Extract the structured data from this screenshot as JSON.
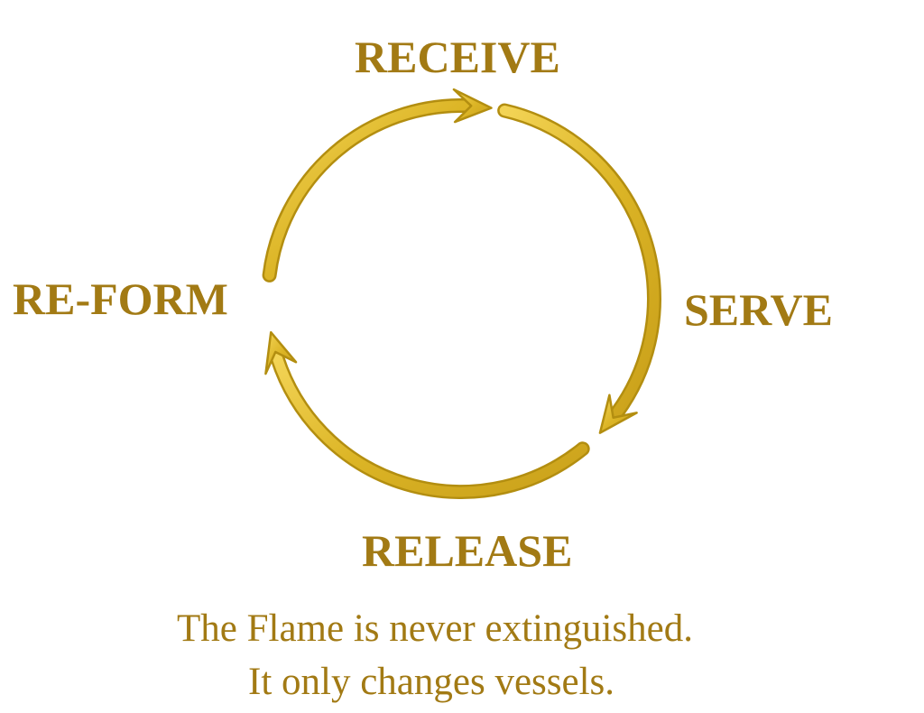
{
  "labels": {
    "receive": "RECEIVE",
    "serve": "SERVE",
    "release": "RELEASE",
    "reform": "RE-FORM"
  },
  "caption": {
    "line1": "The Flame is never extinguished.",
    "line2": "It only changes vessels."
  },
  "colors": {
    "text": "#a27a14",
    "arrow_light": "#f3d456",
    "arrow_mid": "#dcb526",
    "arrow_dark": "#b38e10"
  }
}
